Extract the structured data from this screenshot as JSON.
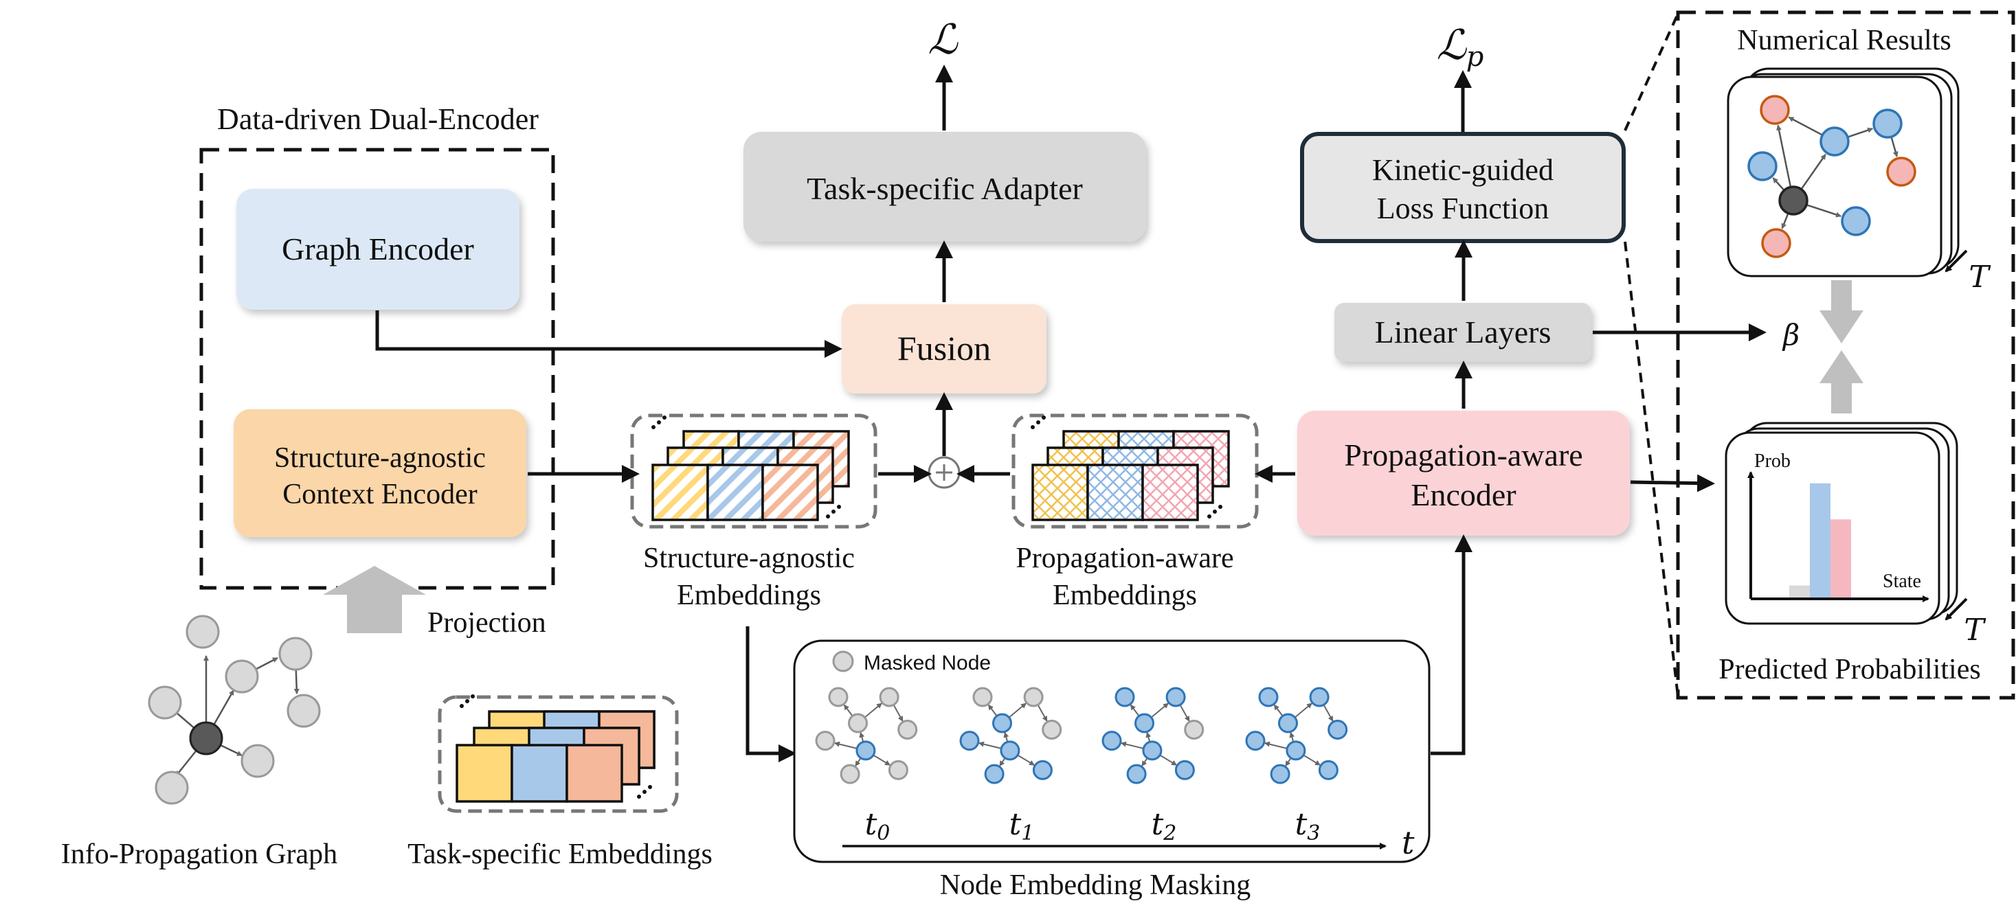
{
  "colors": {
    "graph_encoder": "#dce8f5",
    "context_encoder": "#fbd6a8",
    "fusion": "#fbe3d6",
    "adapter": "#d9d9d9",
    "linear": "#d9d9d9",
    "loss": "#e6e6e6",
    "propagation_encoder": "#fbd3d6",
    "node_blue": "#9dc3e6",
    "node_blue_stroke": "#2e75b6",
    "node_gray": "#d9d9d9",
    "node_red": "#f4b6b6",
    "node_red_stroke": "#c55a11",
    "node_center": "#595959",
    "emb_yellow": "#ffd97a",
    "emb_blue": "#a8c8ea",
    "emb_salmon": "#f5b89a",
    "emb_pink": "#f6b8c0"
  },
  "labels": {
    "dual_encoder_title": "Data-driven Dual-Encoder",
    "graph_encoder": "Graph Encoder",
    "context_encoder_l1": "Structure-agnostic",
    "context_encoder_l2": "Context Encoder",
    "projection": "Projection",
    "info_graph": "Info-Propagation Graph",
    "task_embeddings": "Task-specific Embeddings",
    "sa_emb_l1": "Structure-agnostic",
    "sa_emb_l2": "Embeddings",
    "pa_emb_l1": "Propagation-aware",
    "pa_emb_l2": "Embeddings",
    "fusion": "Fusion",
    "adapter": "Task-specific Adapter",
    "loss_main": "ℒ",
    "loss_p": "ℒ",
    "loss_p_sub": "p",
    "prop_encoder_l1": "Propagation-aware",
    "prop_encoder_l2": "Encoder",
    "linear_layers": "Linear Layers",
    "kinetic_l1": "Kinetic-guided",
    "kinetic_l2": "Loss Function",
    "numerical_results": "Numerical Results",
    "predicted_probabilities": "Predicted Probabilities",
    "beta": "β",
    "T_top": "T",
    "T_bottom": "T",
    "prob_axis": "Prob",
    "state_axis": "State",
    "masked_node": "Masked Node",
    "masking_title": "Node Embedding Masking",
    "time_axis": "t",
    "t0": "t",
    "t0_sub": "0",
    "t1": "t",
    "t1_sub": "1",
    "t2": "t",
    "t2_sub": "2",
    "t3": "t",
    "t3_sub": "3"
  },
  "prob_chart": {
    "values": [
      0.1,
      0.95,
      0.65
    ],
    "colors": [
      "#d9d9d9",
      "#a8c8ea",
      "#f6b8c0"
    ]
  }
}
